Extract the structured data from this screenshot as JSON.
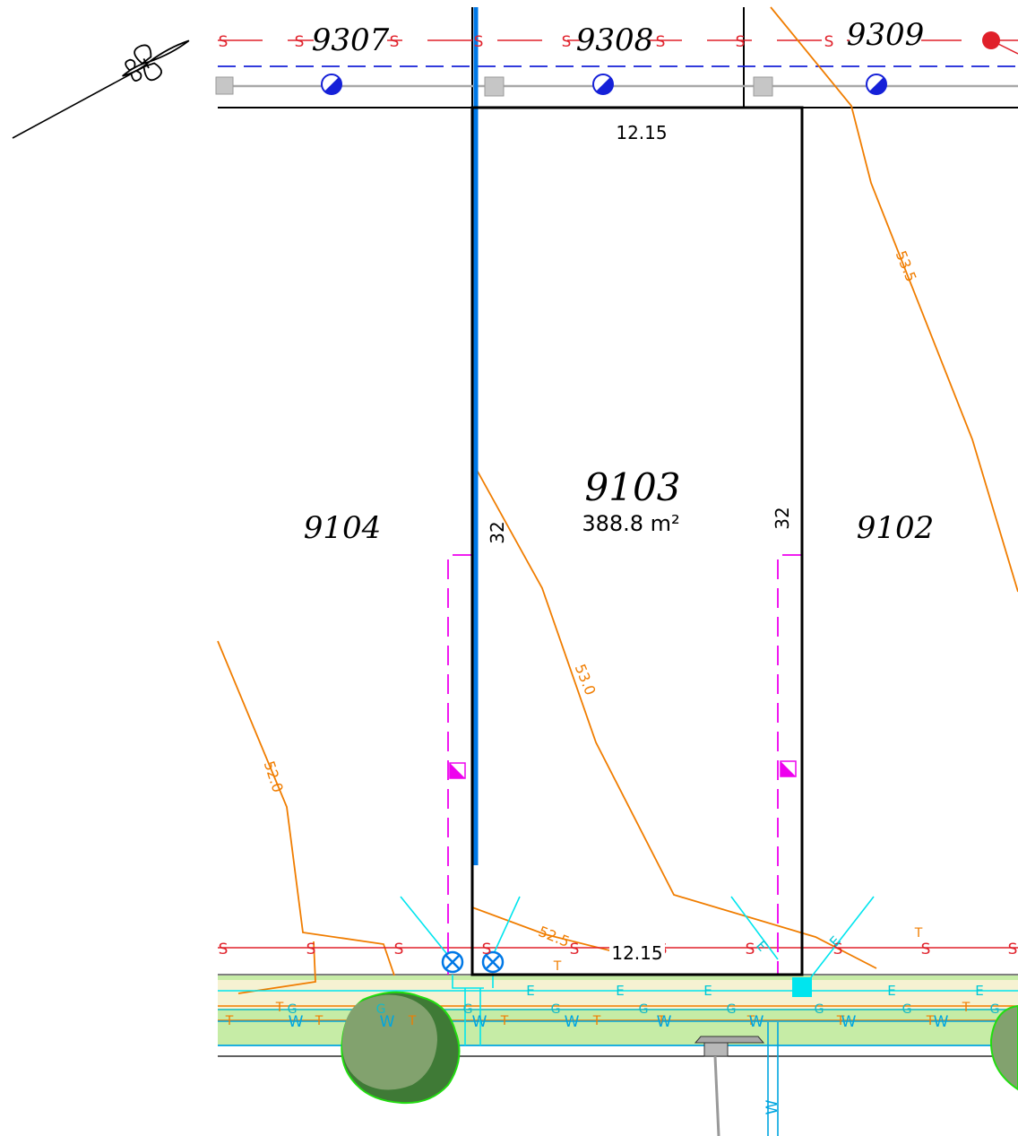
{
  "colors": {
    "boundary": "#000000",
    "contour": "#f07d00",
    "sewer": "#e0202a",
    "water": "#00a6e0",
    "electric": "#00e5ee",
    "telecom": "#f07d00",
    "gas": "#14b9c8",
    "easement": "#ee00ee",
    "drain": "#0078e6",
    "verge": "#c6eca6",
    "footpath": "#f6f2d2",
    "tree_dark": "#3f7a36",
    "tree_light": "#82a26e",
    "tree_outline": "#22dd10"
  },
  "icons": {
    "north_point": "fleur-de-lis-icon",
    "water_meter": "half-filled-circle-icon",
    "valve": "circled-x-icon",
    "pit": "square-icon",
    "sewer_node": "red-dot-icon"
  },
  "lots": {
    "main": {
      "number": "9103",
      "area": "388.8 m²",
      "frontage": "12.15",
      "rear": "12.15",
      "left_side": "32",
      "right_side": "32"
    },
    "left": {
      "number": "9104"
    },
    "right": {
      "number": "9102"
    },
    "rear_lots": [
      "9307",
      "9308",
      "9309"
    ]
  },
  "contours": [
    "53.5",
    "53.0",
    "52.5",
    "52.0"
  ],
  "services": {
    "sewer": "S",
    "water": "W",
    "electric": "E",
    "telecom": "T",
    "gas": "G"
  }
}
